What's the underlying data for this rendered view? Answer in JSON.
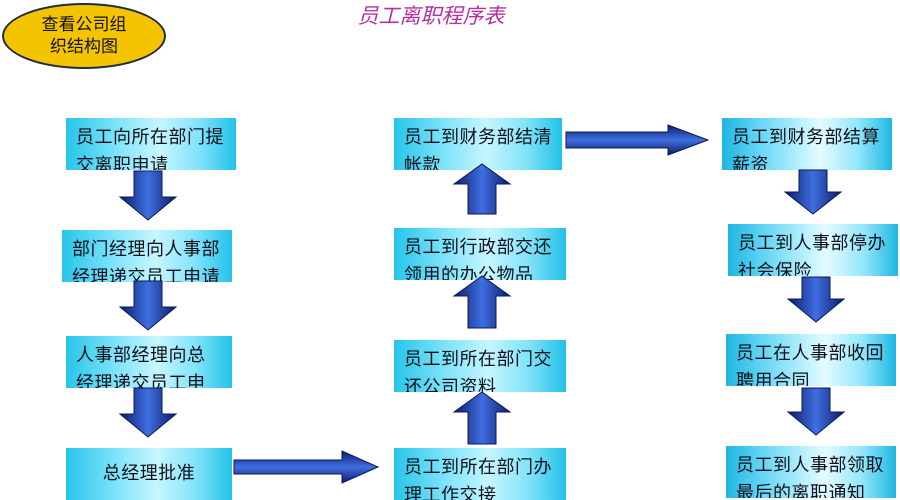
{
  "org_chart_button": {
    "label": "查看公司组织结构图"
  },
  "title": "员工离职程序表",
  "columns": [
    {
      "steps": [
        "员工向所在部门提交离职申请",
        "部门经理向人事部经理递交员工申请",
        "人事部经理向总经理递交员工申请",
        "总经理批准"
      ]
    },
    {
      "steps": [
        "员工到所在部门办理工作交接",
        "员工到所在部门交还公司资料",
        "员工到行政部交还领用的办公物品",
        "员工到财务部结清帐款"
      ]
    },
    {
      "steps": [
        "员工到财务部结算薪资",
        "员工到人事部停办社会保险",
        "员工在人事部收回聘用合同",
        "员工到人事部领取最后的离职通知"
      ]
    }
  ],
  "colors": {
    "box_cyan": "#4fd4f5",
    "arrow_navy": "#0f2a8a",
    "title_magenta": "#b62fa0",
    "button_yellow": "#f5c400"
  }
}
